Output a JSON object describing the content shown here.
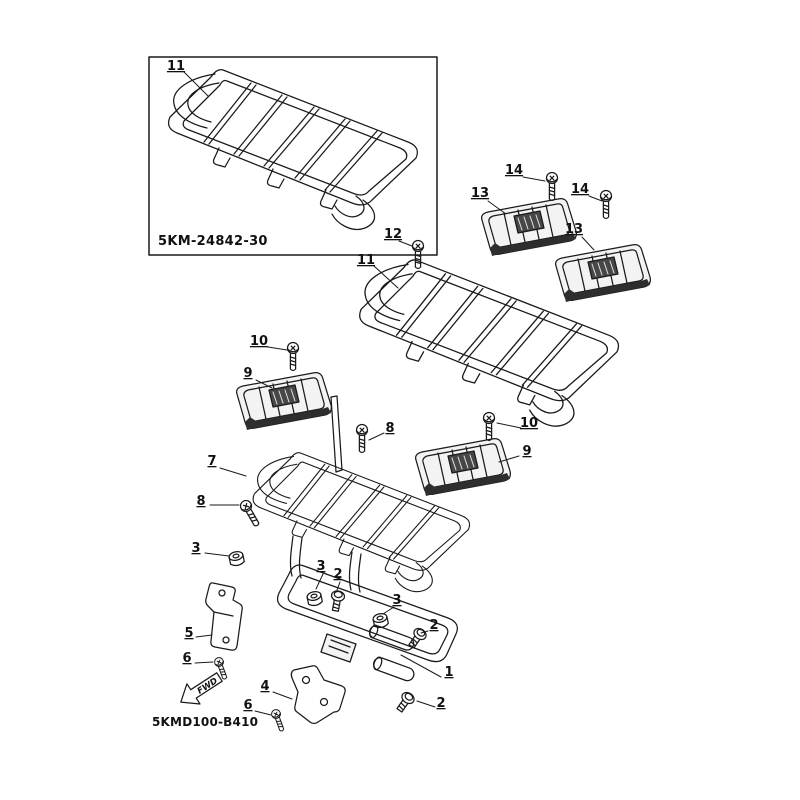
{
  "diagram": {
    "inset_code": "5KM-24842-30",
    "footer_code": "5KMD100-B410",
    "fwd_label": "FWD",
    "colors": {
      "line": "#1a1a1a",
      "background": "#ffffff",
      "shade_dark": "#2e2e2e",
      "shade_light": "#f3f3f3"
    },
    "callouts": [
      {
        "id": "inset-rear-carrier",
        "n": "11"
      },
      {
        "id": "rear-carrier",
        "n": "11"
      },
      {
        "id": "screw-12",
        "n": "12"
      },
      {
        "id": "footrest-plate-13a",
        "n": "13"
      },
      {
        "id": "screw-14a",
        "n": "14"
      },
      {
        "id": "footrest-plate-13b",
        "n": "13"
      },
      {
        "id": "screw-14b",
        "n": "14"
      },
      {
        "id": "screw-10a",
        "n": "10"
      },
      {
        "id": "footrest-plate-9a",
        "n": "9"
      },
      {
        "id": "screw-8a",
        "n": "8"
      },
      {
        "id": "screw-10b",
        "n": "10"
      },
      {
        "id": "footrest-plate-9b",
        "n": "9"
      },
      {
        "id": "front-carrier-7",
        "n": "7"
      },
      {
        "id": "screw-8b",
        "n": "8"
      },
      {
        "id": "damper-3a",
        "n": "3"
      },
      {
        "id": "damper-3b",
        "n": "3"
      },
      {
        "id": "bolt-2a",
        "n": "2"
      },
      {
        "id": "damper-3c",
        "n": "3"
      },
      {
        "id": "bracket-5",
        "n": "5"
      },
      {
        "id": "bolt-2b",
        "n": "2"
      },
      {
        "id": "screw-6a",
        "n": "6"
      },
      {
        "id": "bracket-4",
        "n": "4"
      },
      {
        "id": "front-guard-1",
        "n": "1"
      },
      {
        "id": "screw-6b",
        "n": "6"
      },
      {
        "id": "bolt-2c",
        "n": "2"
      }
    ]
  }
}
